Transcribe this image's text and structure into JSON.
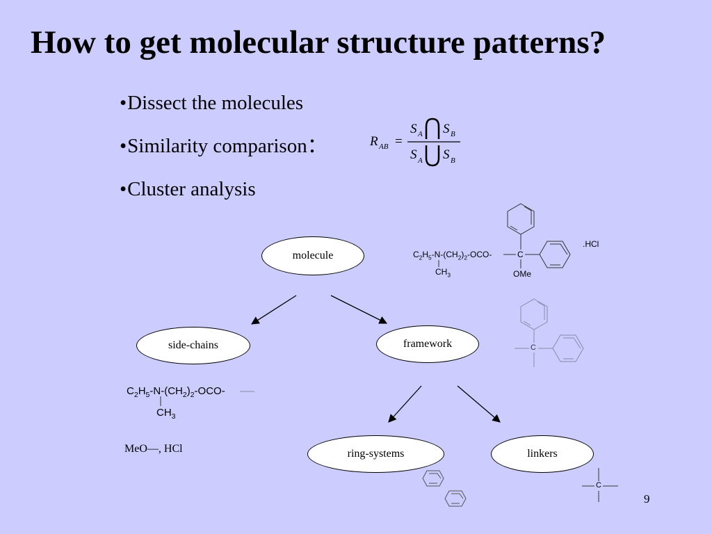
{
  "slide": {
    "title": "How to get molecular structure patterns?",
    "page_number": "9"
  },
  "bullets": {
    "symbol": "•",
    "items": [
      {
        "text": "Dissect the molecules"
      },
      {
        "text": "Similarity comparison："
      },
      {
        "text": "Cluster analysis"
      }
    ]
  },
  "formula": {
    "lhs": "R",
    "lhs_sub": "AB",
    "equals": "=",
    "num_a": "S",
    "num_a_sub": "A",
    "num_b": "S",
    "num_b_sub": "B",
    "den_a": "S",
    "den_a_sub": "A",
    "den_b": "S",
    "den_b_sub": "B"
  },
  "nodes": {
    "molecule": "molecule",
    "side_chains": "side-chains",
    "framework": "framework",
    "ring_systems": "ring-systems",
    "linkers": "linkers"
  },
  "structures": {
    "molecule_chain_parts": [
      "C",
      "2",
      "H",
      "5",
      "-N-(CH",
      "2",
      ")",
      "2",
      "-OCO-"
    ],
    "molecule_methyl": "CH",
    "molecule_methyl_sub": "3",
    "molecule_center": "C",
    "molecule_ome": "OMe",
    "molecule_salt": ".HCl",
    "framework_center": "C",
    "side_chain_parts": [
      "C",
      "2",
      "H",
      "5",
      "-N-(CH",
      "2",
      ")",
      "2",
      "-OCO-"
    ],
    "side_chain_methyl": "CH",
    "side_chain_methyl_sub": "3",
    "side_chain_extra": "MeO—,  HCl",
    "linker_center": "C"
  }
}
